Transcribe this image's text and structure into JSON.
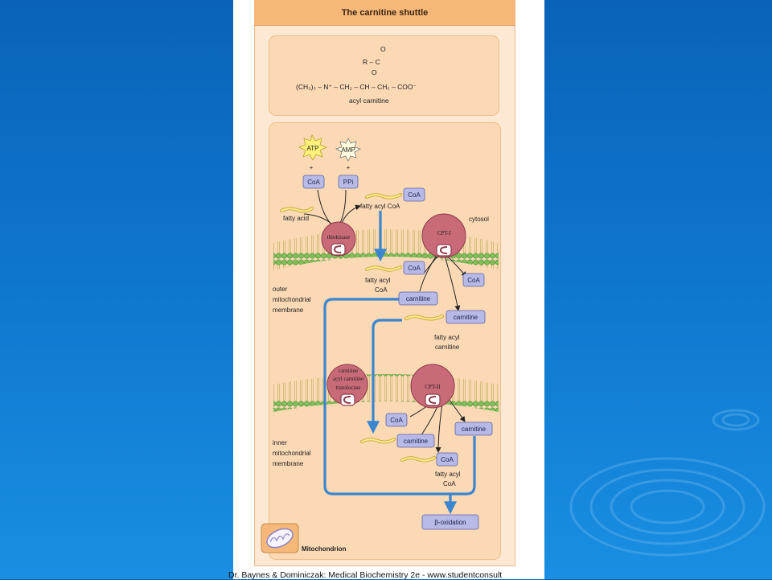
{
  "figure": {
    "title": "The carnitine shuttle",
    "footer_credit": "Dr. Baynes & Dominiczak: Medical Biochemistry 2e - www.studentconsult"
  },
  "formula": {
    "line1": "O",
    "line2": "R – C",
    "line3": "O",
    "line4": "(CH₃)₃ – N⁺ – CH₂ – CH – CH₂ – COO⁻",
    "name": "acyl carnitine"
  },
  "cofactors": {
    "atp": "ATP",
    "amp": "AMP",
    "plus1": "+",
    "plus2": "+",
    "coa": "CoA",
    "ppi": "PPi"
  },
  "labels": {
    "fatty_acid": "fatty acid",
    "fatty_acyl_coa_top": "fatty acyl CoA",
    "cytosol": "cytosol",
    "thiokinase": "thiokinase",
    "cpt1": "CPT-I",
    "cpt2": "CPT-II",
    "translocase_1": "carnitine",
    "translocase_2": "acyl carnitine",
    "translocase_3": "translocase",
    "outer_membrane_1": "outer",
    "outer_membrane_2": "mitochondrial",
    "outer_membrane_3": "membrane",
    "inner_membrane_1": "inner",
    "inner_membrane_2": "mitochondrial",
    "inner_membrane_3": "membrane",
    "fatty_acyl_coa_mid_1": "fatty acyl",
    "fatty_acyl_coa_mid_2": "CoA",
    "fatty_acyl_carnitine_1": "fatty acyl",
    "fatty_acyl_carnitine_2": "carnitine",
    "fatty_acyl_coa_bottom_1": "fatty acyl",
    "fatty_acyl_coa_bottom_2": "CoA",
    "mitochondrion": "Mitochondrion"
  },
  "boxes": {
    "coa_top": "CoA",
    "coa_cpt1_in": "CoA",
    "coa_cpt1_out": "CoA",
    "carnitine_in": "carnitine",
    "carnitine_acyl": "carnitine",
    "coa_cpt2_in": "CoA",
    "carnitine_acyl2": "carnitine",
    "carnitine_out": "carnitine",
    "coa_final": "CoA",
    "beta_oxidation": "β-oxidation"
  },
  "colors": {
    "membrane_head": "#7fc05a",
    "enzyme": "#c96a78",
    "arrow_blue": "#3a86cf",
    "box_fill": "#b7b9e6"
  }
}
